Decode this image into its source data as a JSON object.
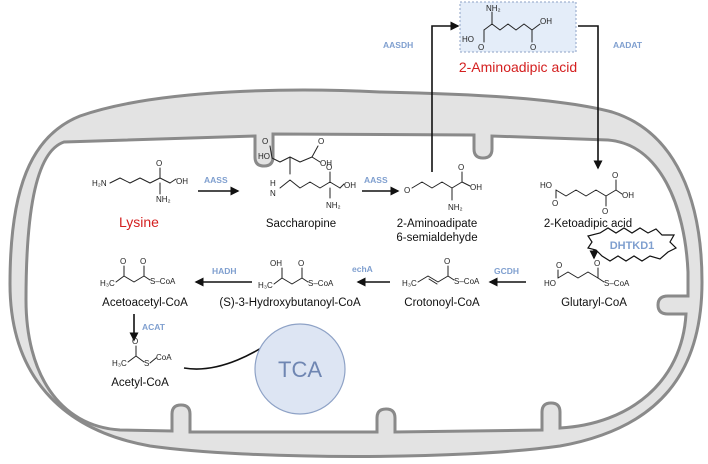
{
  "compounds": {
    "lysine": "Lysine",
    "saccharopine": "Saccharopine",
    "aminoadipate_semialdehyde_1": "2-Aminoadipate",
    "aminoadipate_semialdehyde_2": "6-semialdehyde",
    "ketoadipic": "2-Ketoadipic acid",
    "glutaryl": "Glutaryl-CoA",
    "crotonoyl": "Crotonoyl-CoA",
    "hydroxybutanoyl": "(S)-3-Hydroxybutanoyl-CoA",
    "acetoacetyl": "Acetoacetyl-CoA",
    "acetyl": "Acetyl-CoA",
    "aminoadipic": "2-Aminoadipic acid",
    "tca": "TCA"
  },
  "enzymes": {
    "aass1": "AASS",
    "aass2": "AASS",
    "aasdh": "AASDH",
    "aadat": "AADAT",
    "dhtkd1": "DHTKD1",
    "gcdh": "GCDH",
    "echa": "echA",
    "hadh": "HADH",
    "acat": "ACAT"
  },
  "atoms": {
    "h2n": "H₂N",
    "nh2": "NH₂",
    "oh": "OH",
    "o": "O",
    "ho": "HO",
    "n": "N",
    "h": "H",
    "h3c": "H₃C",
    "s": "S",
    "coa": "CoA",
    "s_coa": "S–CoA"
  },
  "colors": {
    "highlight_red": "#d42020",
    "enzyme_blue": "#7f9fcf",
    "mito_fill": "#e3e3e3",
    "mito_stroke": "#8a8a8a",
    "tca_fill": "#dde5f3",
    "tca_stroke": "#8ea2c6",
    "box_fill": "#e4edf9"
  }
}
